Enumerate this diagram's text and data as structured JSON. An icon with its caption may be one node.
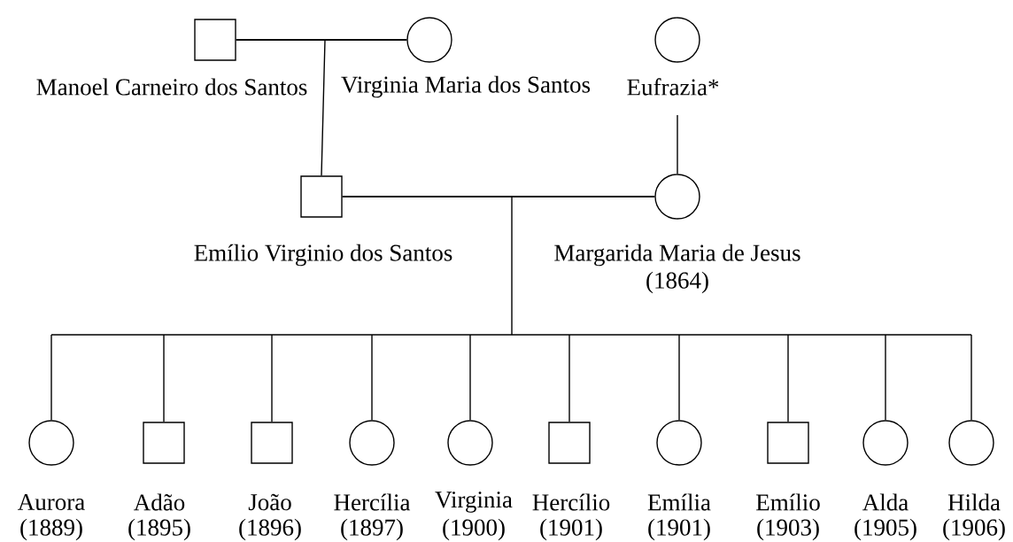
{
  "diagram": {
    "nodes": [
      {
        "text": [],
        "shape": "box",
        "beside": [
          "Manoel Carneiro dos Santos"
        ]
      },
      {
        "text": [],
        "shape": "circle",
        "beside": [
          "Virginia Maria dos Santos"
        ]
      },
      {
        "text": [],
        "shape": "circle",
        "beside": [
          "Eufrazia*"
        ]
      },
      {
        "text": [],
        "shape": "box",
        "beside": [
          "Emílio Virginio dos Santos"
        ]
      },
      {
        "text": [],
        "shape": "circle",
        "beside": [
          "Margarida Maria de Jesus",
          "(1864)"
        ]
      },
      {
        "text": [],
        "shape": "circle",
        "beside": [
          "Aurora",
          "(1889)"
        ]
      },
      {
        "text": [],
        "shape": "box",
        "beside": [
          "Adão",
          "(1895)"
        ]
      },
      {
        "text": [],
        "shape": "box",
        "beside": [
          "João",
          "(1896)"
        ]
      },
      {
        "text": [],
        "shape": "circle",
        "beside": [
          "Hercília",
          "(1897)"
        ]
      },
      {
        "text": [],
        "shape": "circle",
        "beside": [
          "Virginia",
          "(1900)"
        ]
      },
      {
        "text": [],
        "shape": "box",
        "beside": [
          "Hercílio",
          "(1901)"
        ]
      },
      {
        "text": [],
        "shape": "circle",
        "beside": [
          "Emília",
          "(1901)"
        ]
      },
      {
        "text": [],
        "shape": "box",
        "beside": [
          "Emílio",
          "(1903)"
        ]
      },
      {
        "text": [],
        "shape": "circle",
        "beside": [
          "Alda",
          "(1905)"
        ]
      },
      {
        "text": [],
        "shape": "circle",
        "beside": [
          "Hilda",
          "(1906)"
        ]
      }
    ],
    "edges": [
      {
        "from": 0,
        "to": 1,
        "arrow": "none"
      },
      {
        "from": 0,
        "to": 3,
        "arrow": "none"
      },
      {
        "from": 1,
        "to": 3,
        "arrow": "none"
      },
      {
        "from": 2,
        "to": 4,
        "arrow": "none"
      },
      {
        "from": 3,
        "to": 4,
        "arrow": "none"
      },
      {
        "from": 3,
        "to": 5,
        "arrow": "none"
      },
      {
        "from": 4,
        "to": 5,
        "arrow": "none"
      },
      {
        "from": 3,
        "to": 6,
        "arrow": "none"
      },
      {
        "from": 4,
        "to": 6,
        "arrow": "none"
      },
      {
        "from": 3,
        "to": 7,
        "arrow": "none"
      },
      {
        "from": 4,
        "to": 7,
        "arrow": "none"
      },
      {
        "from": 3,
        "to": 8,
        "arrow": "none"
      },
      {
        "from": 4,
        "to": 8,
        "arrow": "none"
      },
      {
        "from": 3,
        "to": 9,
        "arrow": "none"
      },
      {
        "from": 4,
        "to": 9,
        "arrow": "none"
      },
      {
        "from": 3,
        "to": 10,
        "arrow": "none"
      },
      {
        "from": 4,
        "to": 10,
        "arrow": "none"
      },
      {
        "from": 3,
        "to": 11,
        "arrow": "none"
      },
      {
        "from": 4,
        "to": 11,
        "arrow": "none"
      },
      {
        "from": 3,
        "to": 12,
        "arrow": "none"
      },
      {
        "from": 4,
        "to": 12,
        "arrow": "none"
      },
      {
        "from": 3,
        "to": 13,
        "arrow": "none"
      },
      {
        "from": 4,
        "to": 13,
        "arrow": "none"
      },
      {
        "from": 3,
        "to": 14,
        "arrow": "none"
      },
      {
        "from": 4,
        "to": 14,
        "arrow": "none"
      }
    ]
  }
}
